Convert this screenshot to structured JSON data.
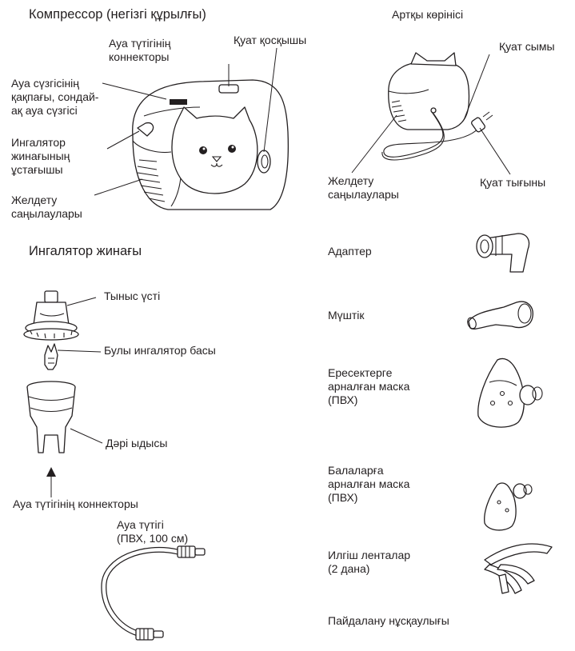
{
  "compressor": {
    "title": "Компрессор (негізгі құрылғы)",
    "labels": {
      "air_tube_connector": "Ауа түтігінің\nконнекторы",
      "power_switch": "Қуат қосқышы",
      "air_filter_cover": "Ауа сүзгісінің\nқақпағы, сондай-\nақ ауа сүзгісі",
      "nebulizer_holder": "Ингалятор\nжинағының\nұстағышы",
      "vents": "Желдету\nсаңылаулары"
    }
  },
  "back_view": {
    "title": "Артқы көрінісі",
    "labels": {
      "power_cord": "Қуат сымы",
      "vents": "Желдету\nсаңылаулары",
      "power_plug": "Қуат тығыны"
    }
  },
  "nebulizer_kit": {
    "title": "Ингалятор жинағы",
    "labels": {
      "top": "Тыныс үсті",
      "head": "Булы ингалятор басы",
      "cup": "Дәрі ыдысы",
      "connector": "Ауа түтігінің коннекторы"
    }
  },
  "air_tube": {
    "label": "Ауа түтігі\n(ПВХ, 100 см)"
  },
  "accessories": [
    {
      "label": "Адаптер",
      "icon": "adapter-icon"
    },
    {
      "label": "Мүштік",
      "icon": "mouthpiece-icon"
    },
    {
      "label": "Ересектерге\nарналған маска\n(ПВХ)",
      "icon": "adult-mask-icon"
    },
    {
      "label": "Балаларға\nарналған маска\n(ПВХ)",
      "icon": "child-mask-icon"
    },
    {
      "label": "Илгіш ленталар\n(2 дана)",
      "icon": "straps-icon"
    },
    {
      "label": "Пайдалану нұсқаулығы",
      "icon": ""
    }
  ]
}
